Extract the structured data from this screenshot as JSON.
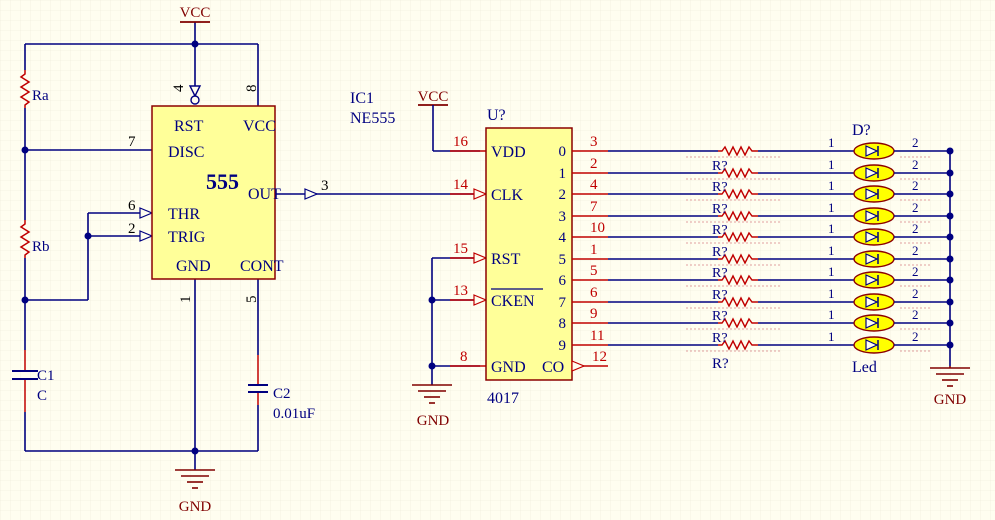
{
  "colors": {
    "wire": "#000080",
    "pin": "#c00000",
    "power": "#800000",
    "chip_fill": "#ffff99",
    "chip_border": "#8b0000",
    "led_fill": "#ffff00",
    "text_blue": "#000080",
    "background": "#fffef0",
    "grid": "#e8e6d8"
  },
  "power": {
    "vcc_top": "VCC",
    "vcc_4017": "VCC",
    "gnd_bottom": "GND",
    "gnd_4017": "GND",
    "gnd_right": "GND"
  },
  "timer": {
    "designator": "IC1",
    "part": "NE555",
    "body_label": "555",
    "pins": {
      "rst": "RST",
      "vcc": "VCC",
      "disc": "DISC",
      "out": "OUT",
      "thr": "THR",
      "trig": "TRIG",
      "gnd": "GND",
      "cont": "CONT"
    },
    "pin_numbers": {
      "rst": "4",
      "vcc": "8",
      "disc": "7",
      "out": "3",
      "thr": "6",
      "trig": "2",
      "gnd": "1",
      "cont": "5"
    }
  },
  "components": {
    "ra": "Ra",
    "rb": "Rb",
    "c1_designator": "C1",
    "c1_value": "C",
    "c2_designator": "C2",
    "c2_value": "0.01uF"
  },
  "counter": {
    "designator": "U?",
    "part": "4017",
    "pins": {
      "vdd": "VDD",
      "clk": "CLK",
      "rst": "RST",
      "cken": "CKEN",
      "gnd": "GND",
      "co": "CO"
    },
    "pin_numbers": {
      "vdd": "16",
      "clk": "14",
      "rst": "15",
      "cken": "13",
      "gnd": "8",
      "co": "12"
    },
    "outputs": [
      {
        "label": "0",
        "pin": "3"
      },
      {
        "label": "1",
        "pin": "2"
      },
      {
        "label": "2",
        "pin": "4"
      },
      {
        "label": "3",
        "pin": "7"
      },
      {
        "label": "4",
        "pin": "10"
      },
      {
        "label": "5",
        "pin": "1"
      },
      {
        "label": "6",
        "pin": "5"
      },
      {
        "label": "7",
        "pin": "6"
      },
      {
        "label": "8",
        "pin": "9"
      },
      {
        "label": "9",
        "pin": "11"
      }
    ]
  },
  "resistor_array": {
    "designator": "R?",
    "row_label": "R?"
  },
  "led_array": {
    "designator": "D?",
    "value": "Led",
    "pin1": "1",
    "pin2": "2"
  }
}
